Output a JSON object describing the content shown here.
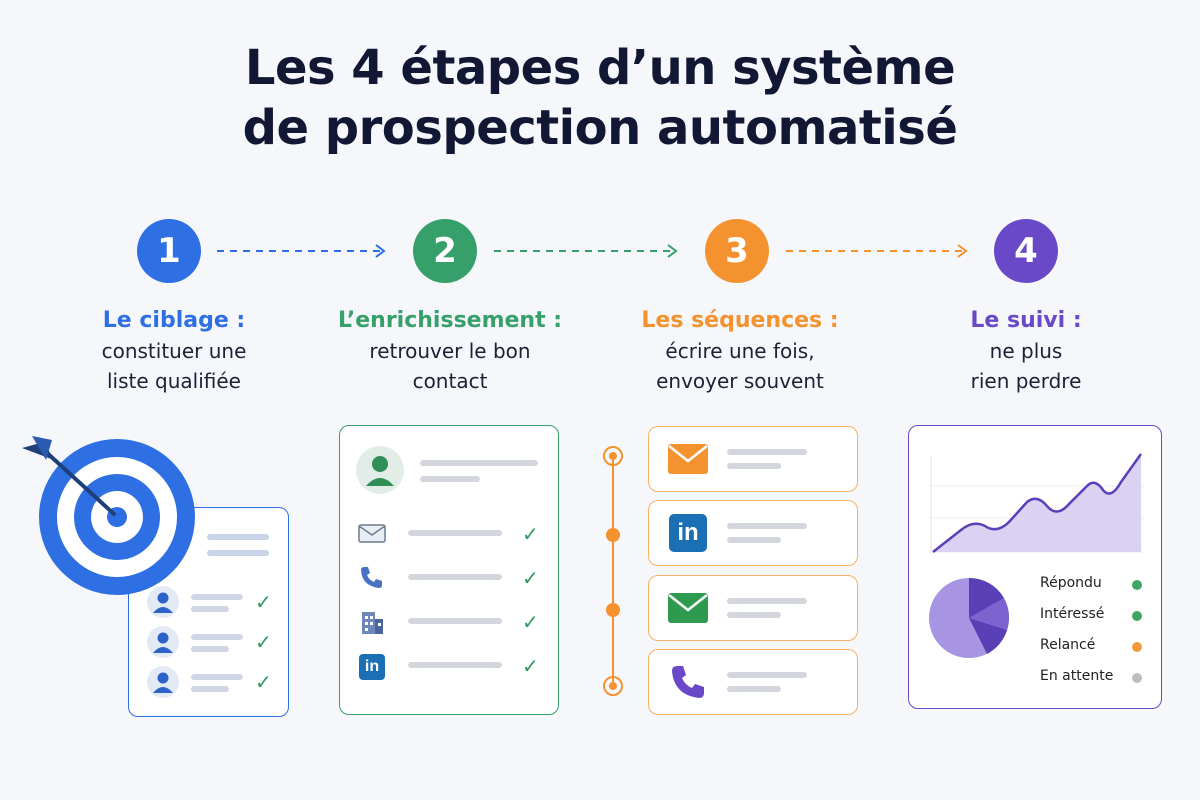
{
  "title": {
    "line1": "Les 4 étapes d’un système",
    "line2": "de prospection automatisé"
  },
  "steps": [
    {
      "number": "1",
      "heading": "Le ciblage :",
      "line1": "constituer une",
      "line2": "liste qualifiée",
      "color": "#2f6fe4"
    },
    {
      "number": "2",
      "heading": "L’enrichissement :",
      "line1": "retrouver le bon",
      "line2": "contact",
      "color": "#37a06a"
    },
    {
      "number": "3",
      "heading": "Les séquences :",
      "line1": "écrire une fois,",
      "line2": "envoyer souvent",
      "color": "#f4922f"
    },
    {
      "number": "4",
      "heading": "Le suivi :",
      "line1": "ne plus",
      "line2": "rien perdre",
      "color": "#6a49c8"
    }
  ],
  "icons": {
    "step1": [
      "target-icon",
      "dart-icon",
      "user-avatar-icon",
      "check-icon"
    ],
    "step2": [
      "user-avatar-icon",
      "mail-icon",
      "phone-icon",
      "building-icon",
      "linkedin-icon",
      "check-icon"
    ],
    "step3": [
      "mail-icon",
      "linkedin-icon",
      "mail-icon",
      "phone-icon"
    ],
    "step4": [
      "line-chart-icon",
      "pie-chart-icon"
    ]
  },
  "linkedin_label": "in",
  "legend": [
    {
      "label": "Répondu",
      "color": "#3fa564"
    },
    {
      "label": "Intéressé",
      "color": "#3fa564"
    },
    {
      "label": "Relancé",
      "color": "#f39b3a"
    },
    {
      "label": "En attente",
      "color": "#bdbdbd"
    }
  ],
  "check_glyph": "✓"
}
